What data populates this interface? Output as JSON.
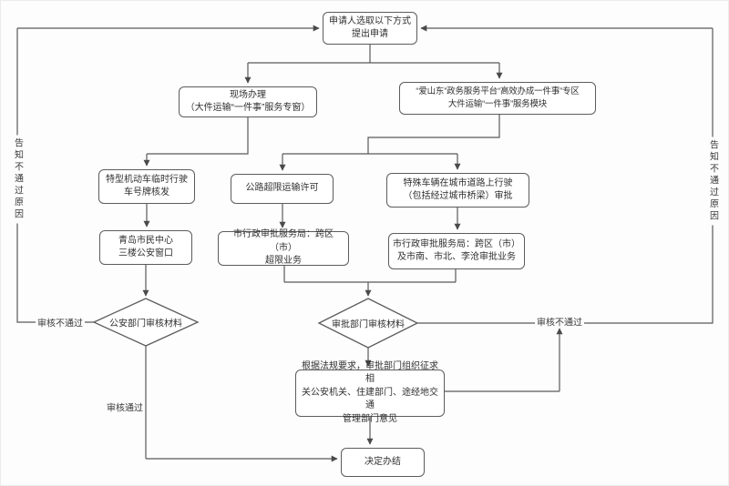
{
  "nodes": {
    "apply": "申请人选取以下方式\n提出申请",
    "onsite": "现场办理\n（大件运输“一件事”服务专窗）",
    "platform": "“爱山东”政务服务平台“高效办成一件事”专区\n大件运输“一件事”服务模块",
    "plate": "特型机动车临时行驶\n车号牌核发",
    "road_permit": "公路超限运输许可",
    "special_vehicle": "特殊车辆在城市道路上行驶\n（包括经过城市桥梁）审批",
    "police_window": "青岛市民中心\n三楼公安窗口",
    "bureau_road": "市行政审批服务局：跨区（市）\n超限业务",
    "bureau_special": "市行政审批服务局：跨区（市）\n及市南、市北、李沧审批业务",
    "police_review": "公安部门审核材料",
    "approval_review": "审批部门审核材料",
    "consult": "根据法规要求，审批部门组织征求相\n关公安机关、住建部门、途经地交通\n管理部门意见",
    "conclude": "决定办结"
  },
  "edge_labels": {
    "left_notify": "告知不通过原因",
    "right_notify": "告知不通过原因",
    "left_fail": "审核不通过",
    "right_fail": "审核不通过",
    "left_pass": "审核通过"
  },
  "colors": {
    "line": "#5a5a5a",
    "box_border": "#5c5c5c",
    "box_bg": "#ffffff",
    "text": "#2f2f2f"
  }
}
